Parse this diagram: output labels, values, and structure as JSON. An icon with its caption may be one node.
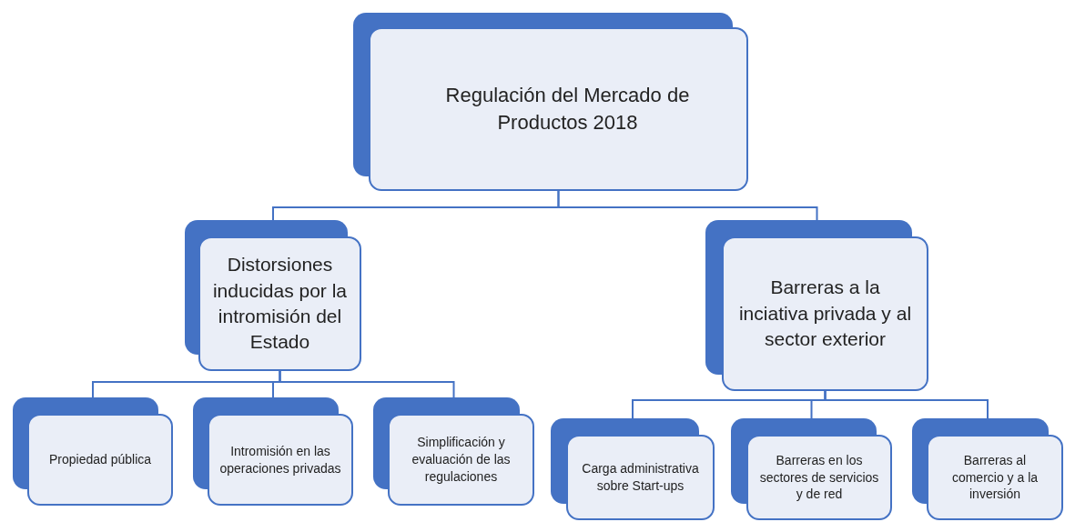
{
  "diagram": {
    "nodes": [
      {
        "text": [
          "Regulación del Mercado de Productos 2018"
        ]
      },
      {
        "text": [
          "Distorsiones inducidas por la intromisión del Estado"
        ]
      },
      {
        "text": [
          "Barreras a la inciativa privada y al sector exterior"
        ]
      },
      {
        "text": [
          "Propiedad pública"
        ]
      },
      {
        "text": [
          "Intromisión en las operaciones privadas"
        ]
      },
      {
        "text": [
          "Simplificación y evaluación de las regulaciones"
        ]
      },
      {
        "text": [
          "Carga administrativa sobre  Start-ups"
        ]
      },
      {
        "text": [
          "Barreras en  los sectores de servicios y de red"
        ]
      },
      {
        "text": [
          "Barreras al comercio y a la inversión"
        ]
      }
    ],
    "edges": [
      {
        "from": 0,
        "to": 1,
        "arrow": "none"
      },
      {
        "from": 0,
        "to": 2,
        "arrow": "none"
      },
      {
        "from": 1,
        "to": 3,
        "arrow": "none"
      },
      {
        "from": 1,
        "to": 4,
        "arrow": "none"
      },
      {
        "from": 1,
        "to": 5,
        "arrow": "none"
      },
      {
        "from": 2,
        "to": 6,
        "arrow": "none"
      },
      {
        "from": 2,
        "to": 7,
        "arrow": "none"
      },
      {
        "from": 2,
        "to": 8,
        "arrow": "none"
      }
    ]
  }
}
